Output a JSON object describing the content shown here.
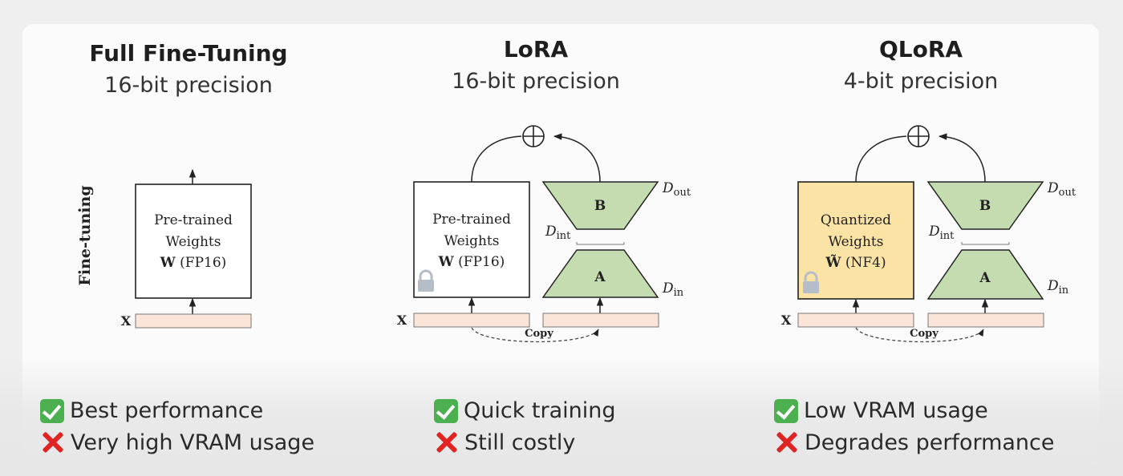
{
  "columns": [
    {
      "title": "Full Fine-Tuning",
      "subtitle": "16-bit precision",
      "side_label": "Fine-tuning",
      "box": [
        "Pre-trained",
        "Weights",
        "W",
        "(FP16)"
      ],
      "input_label": "X",
      "pro": "Best performance",
      "con": "Very high VRAM usage"
    },
    {
      "title": "LoRA",
      "subtitle": "16-bit precision",
      "box": [
        "Pre-trained",
        "Weights",
        "W",
        "(FP16)"
      ],
      "input_label": "X",
      "adapter_b": "B",
      "adapter_a": "A",
      "d_out": "D",
      "d_out_sub": "out",
      "d_int": "D",
      "d_int_sub": "int",
      "d_in": "D",
      "d_in_sub": "in",
      "copy": "Copy",
      "pro": "Quick training",
      "con": "Still costly"
    },
    {
      "title": "QLoRA",
      "subtitle": "4-bit precision",
      "box": [
        "Quantized",
        "Weights",
        "W̃",
        "(NF4)"
      ],
      "input_label": "X",
      "adapter_b": "B",
      "adapter_a": "A",
      "d_out": "D",
      "d_out_sub": "out",
      "d_int": "D",
      "d_int_sub": "int",
      "d_in": "D",
      "d_in_sub": "in",
      "copy": "Copy",
      "pro": "Low VRAM usage",
      "con": "Degrades performance"
    }
  ],
  "colors": {
    "adapter_fill": "#c5dcb0",
    "quantized_fill": "#fbe3a6",
    "input_fill": "#fbe4d8",
    "check": "#4caf50",
    "cross": "#e02424",
    "lock": "#b5bdc9"
  },
  "icons": [
    "check-icon",
    "cross-icon",
    "lock-icon",
    "plus-circle-icon"
  ]
}
